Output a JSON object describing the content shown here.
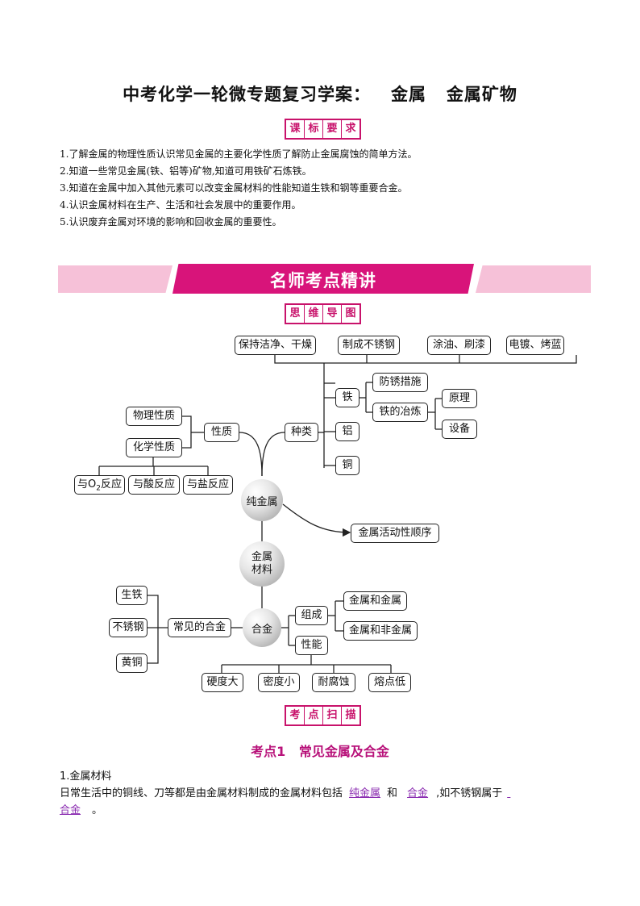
{
  "title": "中考化学一轮微专题复习学案：   金属   金属矿物",
  "badges": {
    "curriculum": [
      "课",
      "标",
      "要",
      "求"
    ],
    "mindmap": [
      "思",
      "维",
      "导",
      "图"
    ],
    "scan": [
      "考",
      "点",
      "扫",
      "描"
    ]
  },
  "requirements": [
    "1.了解金属的物理性质认识常见金属的主要化学性质了解防止金属腐蚀的简单方法。",
    "2.知道一些常见金属(铁、铝等)矿物,知道可用铁矿石炼铁。",
    "3.知道在金属中加入其他元素可以改变金属材料的性能知道生铁和钢等重要合金。",
    "4.认识金属材料在生产、生活和社会发展中的重要作用。",
    "5.认识废弃金属对环境的影响和回收金属的重要性。"
  ],
  "banner": "名师考点精讲",
  "mindmap": {
    "top_row": [
      "保持洁净、干燥",
      "制成不锈钢",
      "涂油、刷漆",
      "电镀、烤蓝"
    ],
    "metals": [
      "铁",
      "铝",
      "铜"
    ],
    "iron_branches": [
      "防锈措施",
      "铁的冶炼"
    ],
    "smelting": [
      "原理",
      "设备"
    ],
    "properties": "性质",
    "kinds": "种类",
    "physical": "物理性质",
    "chemical": "化学性质",
    "reactions": {
      "o2_prefix": "与O",
      "o2_sub": "2",
      "o2_suffix": "反应",
      "acid": "与酸反应",
      "salt": "与盐反应"
    },
    "pure_metal": "纯金属",
    "activity": "金属活动性顺序",
    "material_line1": "金属",
    "material_line2": "材料",
    "alloy": "合金",
    "common_alloys": "常见的合金",
    "alloy_examples": [
      "生铁",
      "不锈钢",
      "黄铜"
    ],
    "composition": "组成",
    "composition_items": [
      "金属和金属",
      "金属和非金属"
    ],
    "performance": "性能",
    "performance_items": [
      "硬度大",
      "密度小",
      "耐腐蚀",
      "熔点低"
    ]
  },
  "topic_title": "考点1   常见金属及合金",
  "section": {
    "heading": "1.金属材料",
    "text_a": "日常生活中的铜线、刀等都是由金属材料制成的金属材料包括",
    "blank1": "纯金属",
    "text_b": "和",
    "blank2": "合金",
    "text_c": ",如不锈钢属于",
    "blank3": "合金",
    "text_d": "。"
  }
}
